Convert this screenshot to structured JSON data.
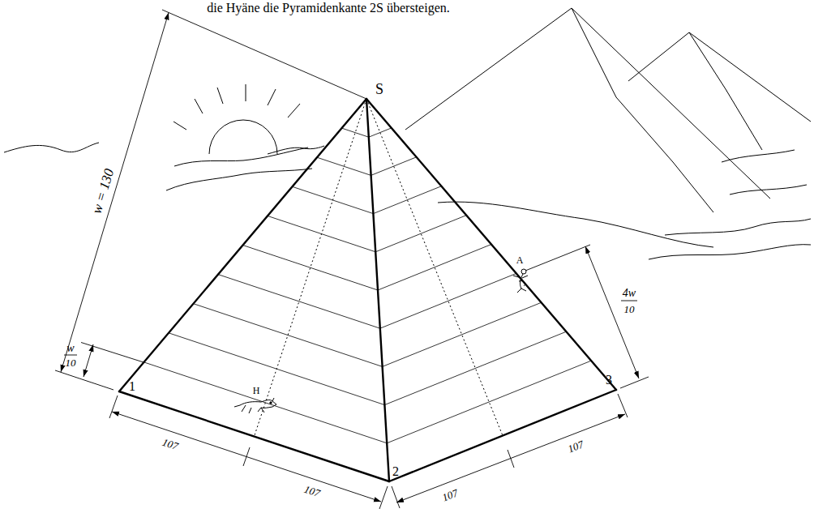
{
  "diagram": {
    "labels": [
      "die Hyäne die Pyramidenkante 2S übersteigen.",
      "S",
      "w = 130",
      "w",
      "10",
      "A",
      "4w",
      "10",
      "1",
      "H",
      "3",
      "107",
      "107",
      "2",
      "107",
      "107"
    ]
  }
}
